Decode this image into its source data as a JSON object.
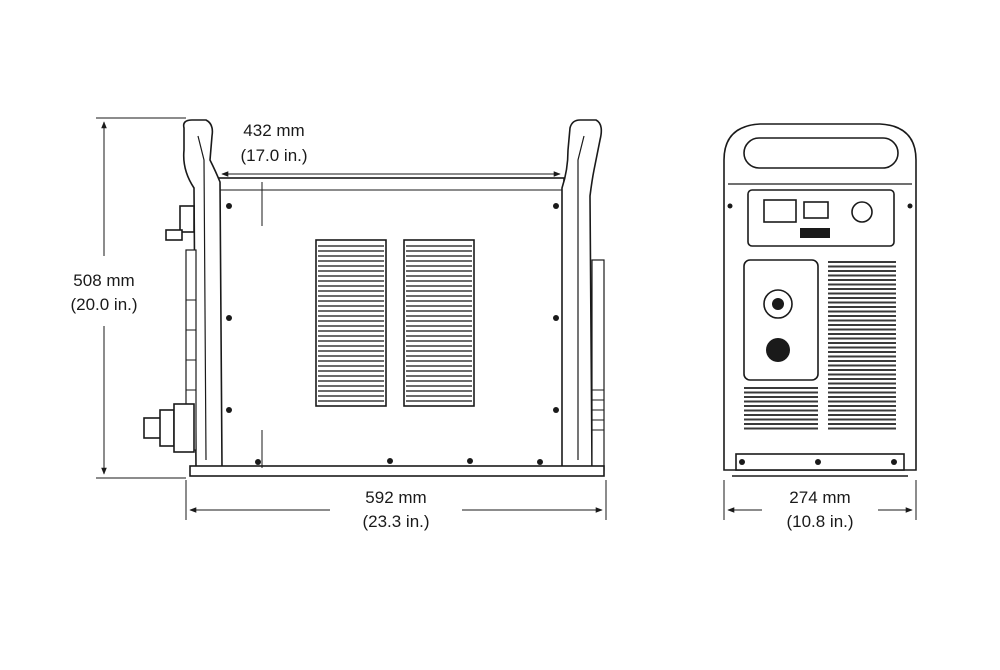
{
  "dimensions": {
    "height": {
      "metric": "508 mm",
      "imperial": "(20.0 in.)"
    },
    "depth": {
      "metric": "432 mm",
      "imperial": "(17.0 in.)"
    },
    "length": {
      "metric": "592 mm",
      "imperial": "(23.3 in.)"
    },
    "width": {
      "metric": "274 mm",
      "imperial": "(10.8 in.)"
    }
  },
  "colors": {
    "line": "#1a1a1a",
    "fill": "#ffffff",
    "grille": "#3a3a3a"
  }
}
